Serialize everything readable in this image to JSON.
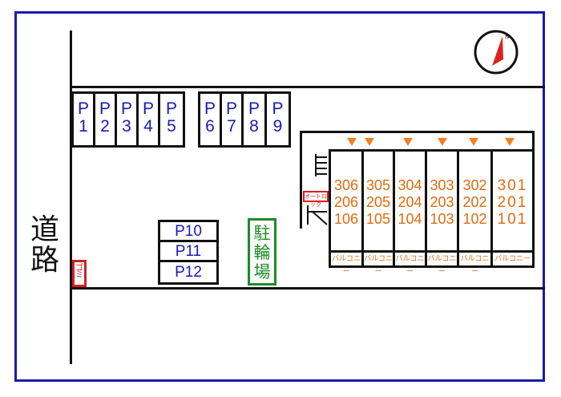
{
  "map": {
    "road_label": [
      "道",
      "路"
    ],
    "garbage_label": "ゴミ",
    "bike_label": [
      "駐",
      "輪",
      "場"
    ],
    "autolock_label": "オートロック",
    "compass_label": "N",
    "parking_top_left": [
      {
        "p": "P",
        "n": "1"
      },
      {
        "p": "P",
        "n": "2"
      },
      {
        "p": "P",
        "n": "3"
      },
      {
        "p": "P",
        "n": "4"
      },
      {
        "p": "P",
        "n": "5"
      }
    ],
    "parking_top_right": [
      {
        "p": "P",
        "n": "6"
      },
      {
        "p": "P",
        "n": "7"
      },
      {
        "p": "P",
        "n": "8"
      },
      {
        "p": "P",
        "n": "9"
      }
    ],
    "parking_lower": [
      "P10",
      "P11",
      "P12"
    ],
    "units": [
      {
        "r3": "306",
        "r2": "206",
        "r1": "106",
        "balcony": "バルコニー"
      },
      {
        "r3": "305",
        "r2": "205",
        "r1": "105",
        "balcony": "バルコニー"
      },
      {
        "r3": "304",
        "r2": "204",
        "r1": "104",
        "balcony": "バルコニー"
      },
      {
        "r3": "303",
        "r2": "203",
        "r1": "103",
        "balcony": "バルコニー"
      },
      {
        "r3": "302",
        "r2": "202",
        "r1": "102",
        "balcony": "バルコニー"
      },
      {
        "r3": "301",
        "r2": "201",
        "r1": "101",
        "balcony": "バルコニー"
      }
    ],
    "colors": {
      "frame": "#1a1aa8",
      "parking_text": "#1a1ab4",
      "unit_text": "#e06b10",
      "entrance_marker": "#f08020",
      "garbage": "#d42020",
      "bike": "#1e8a2a"
    }
  }
}
